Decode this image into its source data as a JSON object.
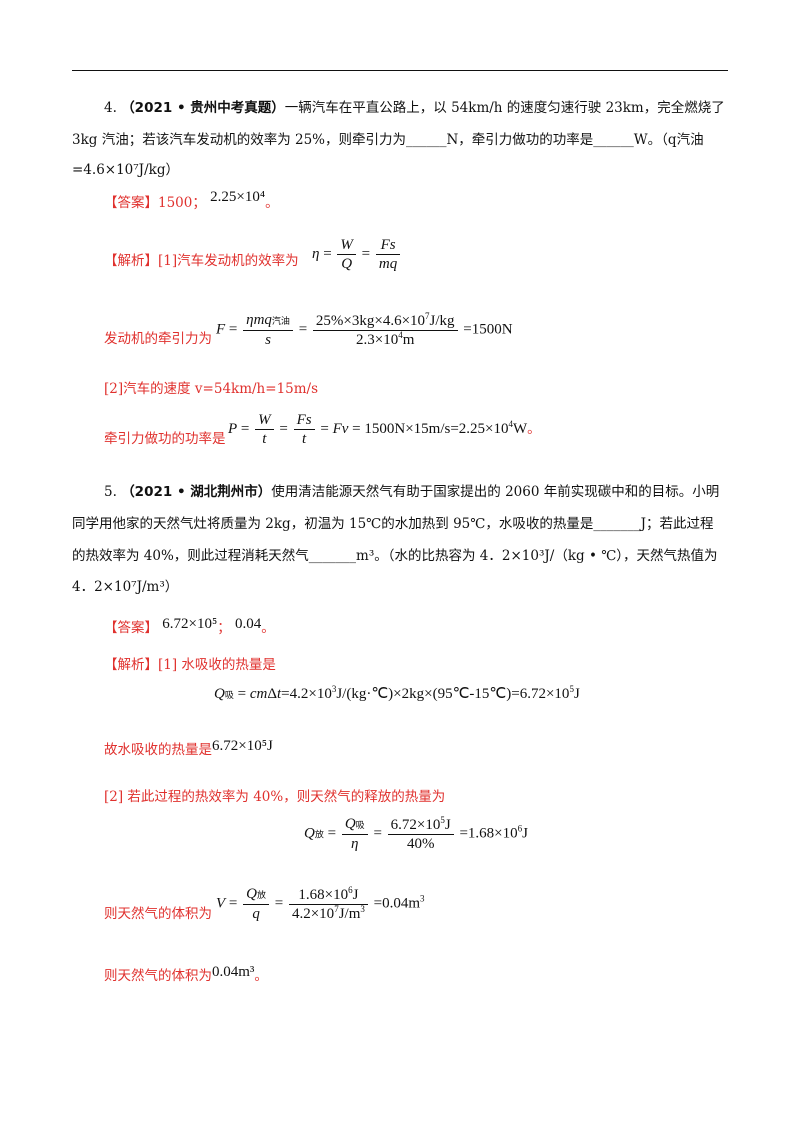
{
  "q4": {
    "number": "4.",
    "source": "（2021 • 贵州中考真题）",
    "line1": "一辆汽车在平直公路上，以 54km/h 的速度匀速行驶 23km，完全燃烧了",
    "line2": "3kg 汽油；若该汽车发动机的效率为 25%，则牵引力为______N，牵引力做功的功率是______W。（q汽油",
    "line3": "=4.6×10⁷J/kg）",
    "answer_label": "【答案】",
    "answer_text": "1500；",
    "answer_value": "2.25×10⁴",
    "answer_end": "。",
    "analysis_label": "【解析】",
    "step1_text": "[1]汽车发动机的效率为",
    "step2_text": "发动机的牵引力为",
    "step3_text": "[2]汽车的速度 v=54km/h=15m/s",
    "step4_text": "牵引力做功的功率是",
    "step4_end": "。"
  },
  "q5": {
    "number": "5.",
    "source": "（2021 • 湖北荆州市）",
    "line1": "使用清洁能源天然气有助于国家提出的 2060 年前实现碳中和的目标。小明",
    "line2": "同学用他家的天然气灶将质量为 2kg，初温为 15℃的水加热到 95℃，水吸收的热量是_______J；若此过程",
    "line3": "的热效率为 40%，则此过程消耗天然气_______m³。（水的比热容为 4．2×10³J/（kg • ℃），天然气热值为",
    "line4": "4．2×10⁷J/m³）",
    "answer_label": "【答案】",
    "answer_value1": "6.72×10⁵",
    "answer_sep": "；",
    "answer_value2": "0.04",
    "answer_end": "。",
    "analysis_label": "【解析】",
    "step1_text": "[1] 水吸收的热量是",
    "step2_text": "故水吸收的热量是",
    "step2_value": "6.72×10⁵J",
    "step3_text": "[2] 若此过程的热效率为 40%，则天然气的释放的热量为",
    "step4_text": "则天然气的体积为",
    "step5_text": "则天然气的体积为",
    "step5_value": "0.04m³",
    "step5_end": "。"
  }
}
